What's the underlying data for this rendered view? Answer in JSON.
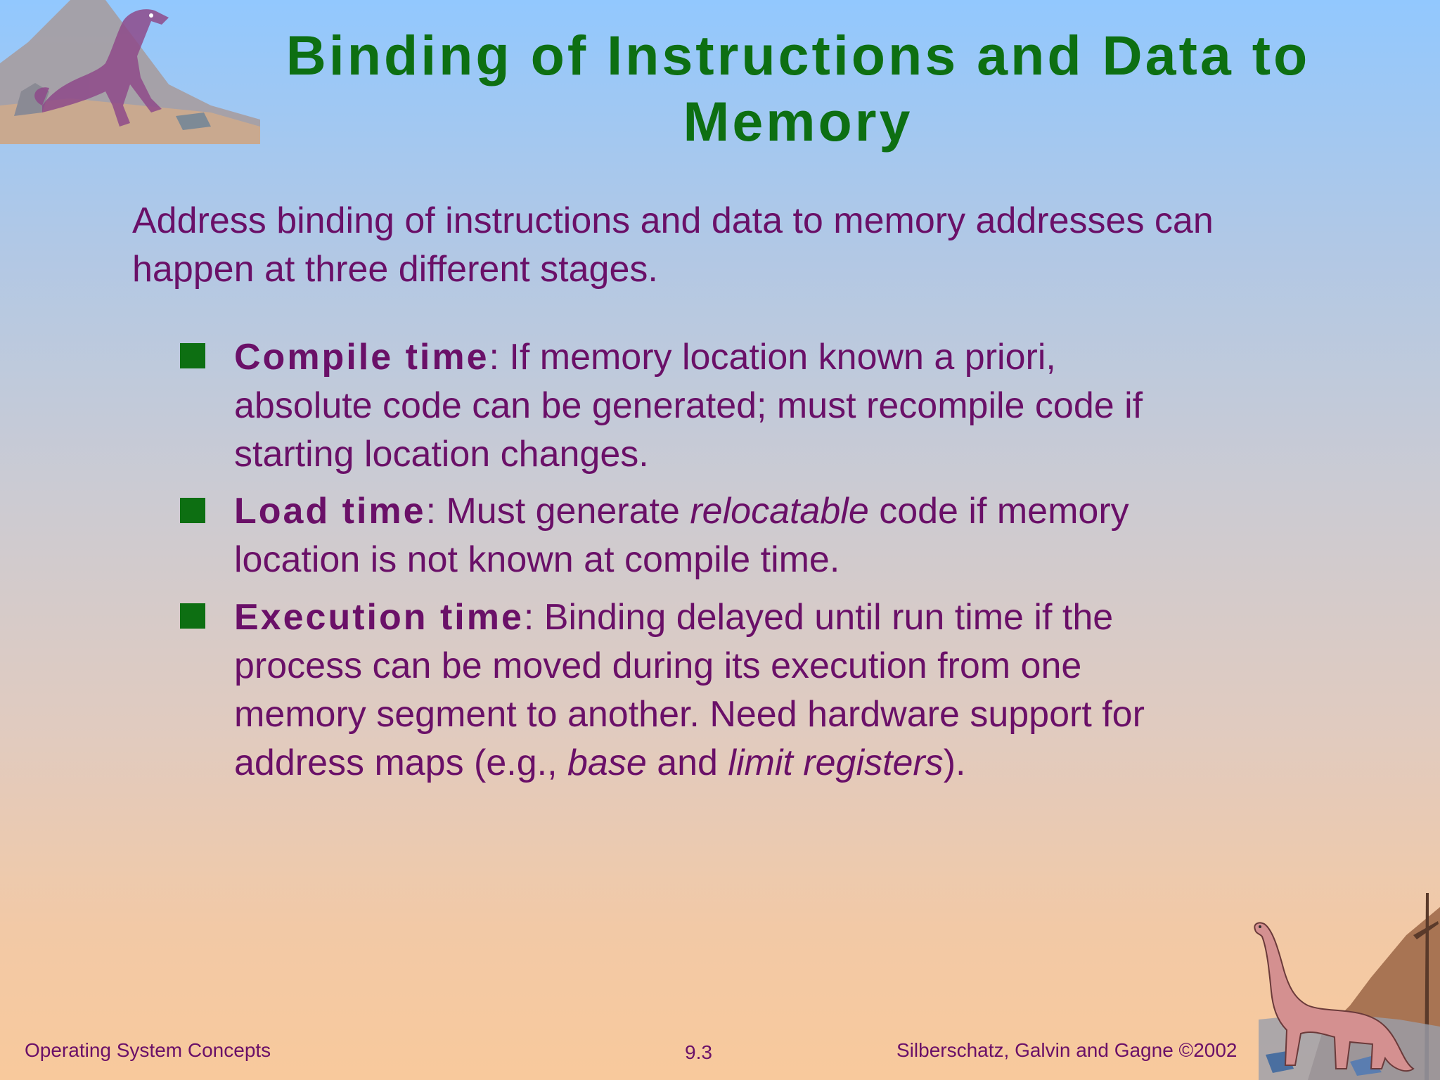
{
  "title": {
    "line1": "Binding of Instructions and Data to",
    "line2": "Memory"
  },
  "intro": {
    "line1": "Address binding of instructions and data to memory addresses can",
    "line2": "happen at three different stages."
  },
  "bullets": [
    {
      "term": "Compile time",
      "sep": ":  ",
      "l1": "If memory location known a priori,",
      "l2": "absolute code can be generated; must recompile code if",
      "l3": "starting location changes."
    },
    {
      "term": "Load time",
      "sep": ":  ",
      "l1a": "Must generate ",
      "l1b": "relocatable",
      "l1c": " code if memory",
      "l2": "location is not known at compile time."
    },
    {
      "term": "Execution time",
      "sep": ":  ",
      "l1": "Binding delayed until run time if the",
      "l2": "process can be moved during its execution from one",
      "l3": "memory segment to another.  Need hardware support for",
      "l4a": "address maps (e.g., ",
      "l4b": "base",
      "l4c": " and ",
      "l4d": "limit registers",
      "l4e": ")."
    }
  ],
  "footer": {
    "left": "Operating System Concepts",
    "center": "9.3",
    "right": "Silberschatz, Galvin and  Gagne ©2002"
  },
  "colors": {
    "title": "#0d6f12",
    "text": "#6a1068",
    "bullet": "#0d6f12"
  }
}
